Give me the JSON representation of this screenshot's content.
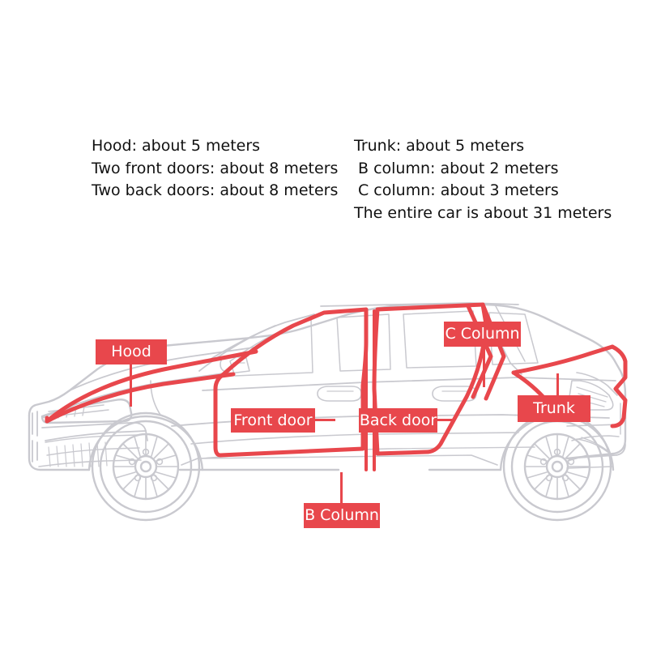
{
  "info": {
    "left_block": [
      "Hood: about 5 meters",
      "Two front doors: about 8 meters",
      "Two back doors: about 8 meters"
    ],
    "right_block": [
      "Trunk: about 5 meters",
      "B column: about 2 meters",
      "C column: about 3 meters",
      "The entire car is about 31 meters"
    ]
  },
  "callouts": {
    "hood": "Hood",
    "front_door": "Front door",
    "back_door": "Back door",
    "b_column": "B Column",
    "c_column": "C Column",
    "trunk": "Trunk"
  },
  "colors": {
    "accent_red": "#e8474c",
    "car_outline_gray": "#c9c9cf",
    "text_black": "#111111",
    "background": "#ffffff"
  },
  "diagram": {
    "subject": "car-side-view-sealing-strip-diagram",
    "highlighted_regions": [
      "hood",
      "front door",
      "back door",
      "B column",
      "C column",
      "trunk"
    ]
  }
}
